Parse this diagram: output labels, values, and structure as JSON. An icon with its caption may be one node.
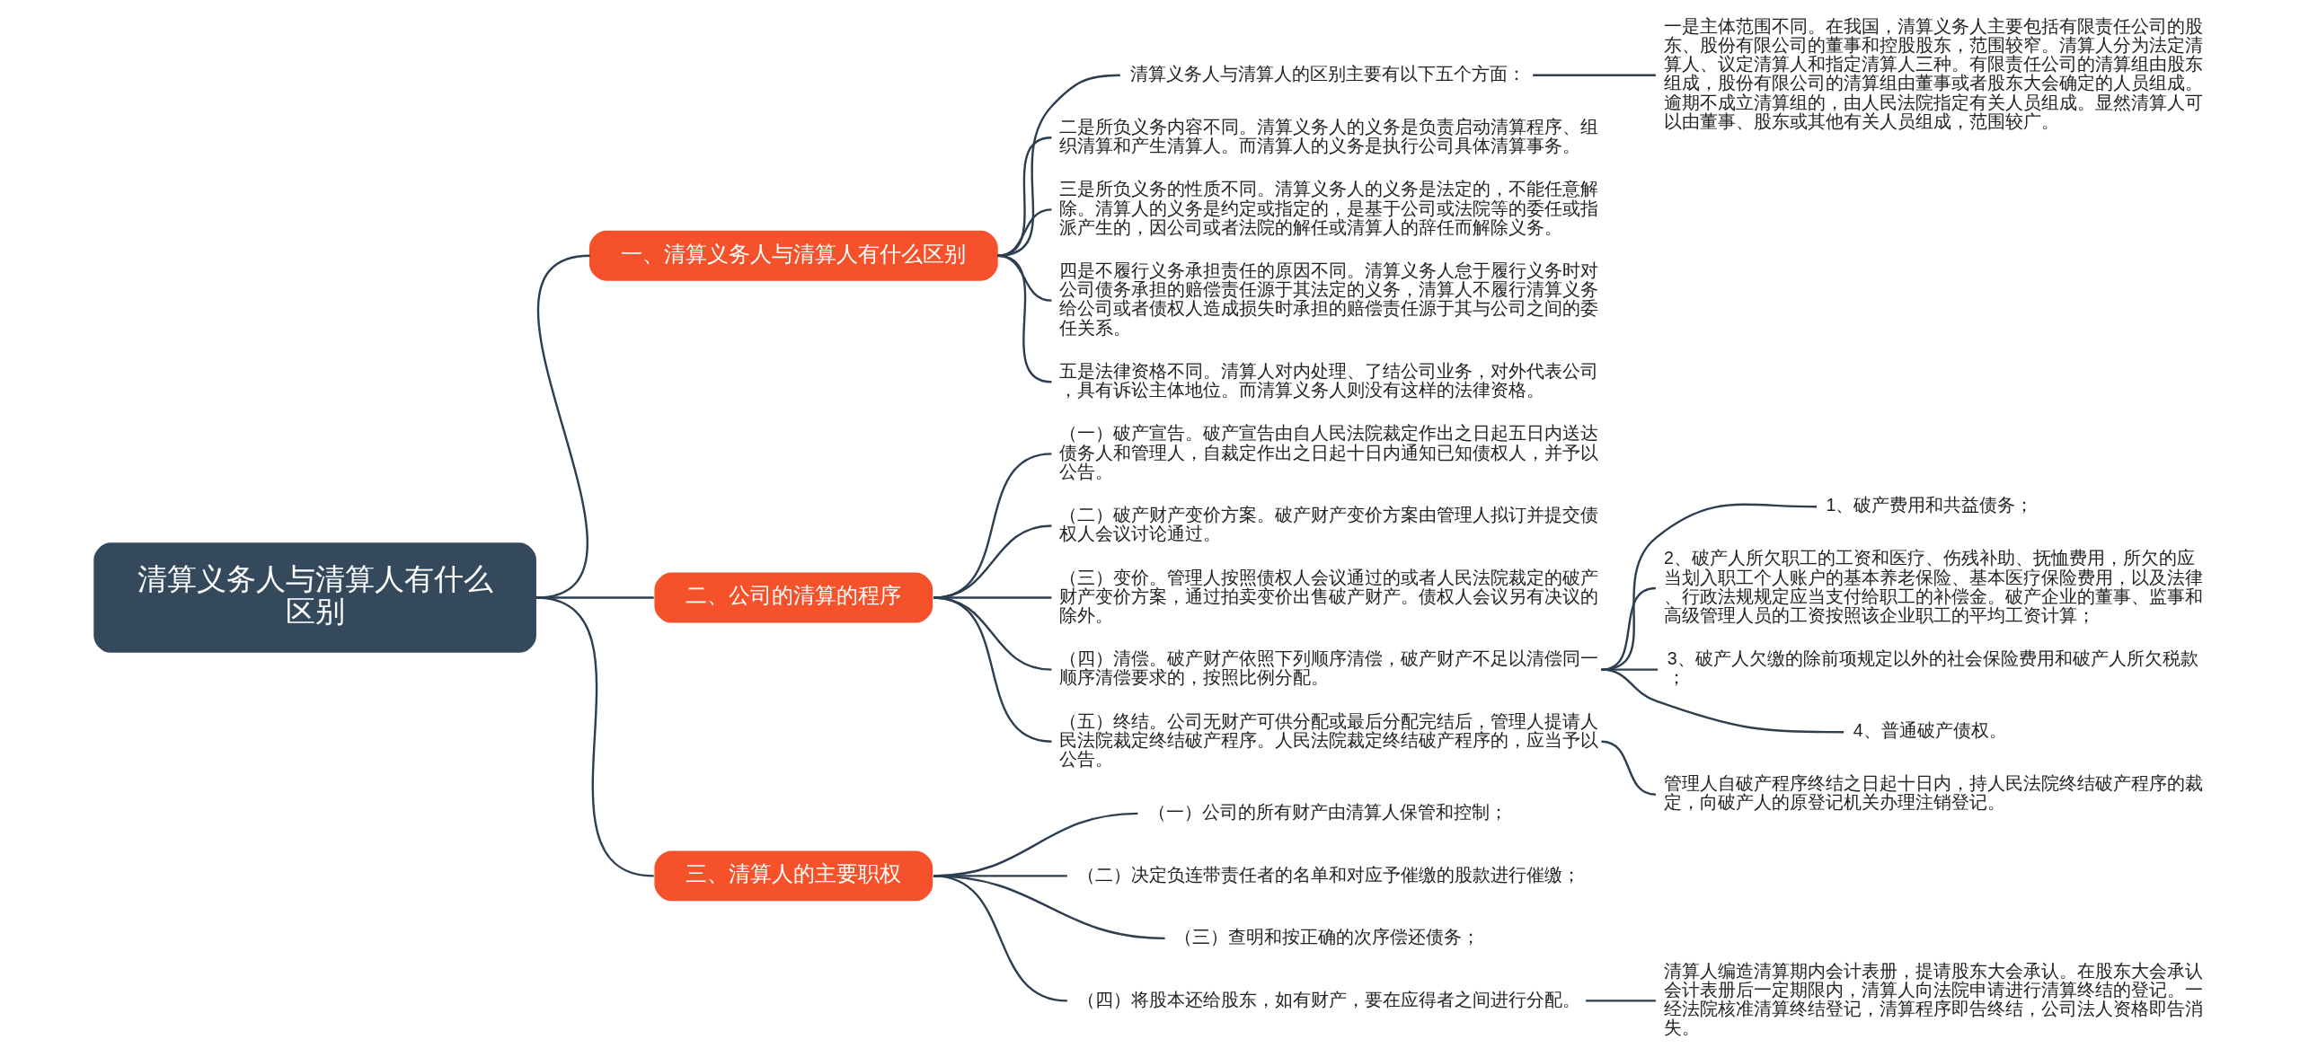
{
  "diagram": {
    "nodes": [
      {
        "text": [
          "清算义务人与清算人有什么区别"
        ]
      },
      {
        "text": [
          "一、清算义务人与清算人有什么区别"
        ]
      },
      {
        "text": [
          "清算义务人与清算人的区别主要有以下五个方面："
        ]
      },
      {
        "text": [
          "一是主体范围不同。在我国，清算义务人主要包括有限责任公司的股东、股份有限公司的董事和控股股东，范围较窄。清算人分为法定清算人、议定清算人和指定清算人三种。有限责任公司的清算组由股东组成，股份有限公司的清算组由董事或者股东大会确定的人员组成。逾期不成立清算组的，由人民法院指定有关人员组成。显然清算人可以由董事、股东或其他有关人员组成，范围较广。"
        ]
      },
      {
        "text": [
          "二是所负义务内容不同。清算义务人的义务是负责启动清算程序、组织清算和产生清算人。而清算人的义务是执行公司具体清算事务。"
        ]
      },
      {
        "text": [
          "三是所负义务的性质不同。清算义务人的义务是法定的，不能任意解除。清算人的义务是约定或指定的，是基于公司或法院等的委任或指派产生的，因公司或者法院的解任或清算人的辞任而解除义务。"
        ]
      },
      {
        "text": [
          "四是不履行义务承担责任的原因不同。清算义务人怠于履行义务时对公司债务承担的赔偿责任源于其法定的义务，清算人不履行清算义务给公司或者债权人造成损失时承担的赔偿责任源于其与公司之间的委任关系。"
        ]
      },
      {
        "text": [
          "五是法律资格不同。清算人对内处理、了结公司业务，对外代表公司，具有诉讼主体地位。而清算义务人则没有这样的法律资格。"
        ]
      },
      {
        "text": [
          "二、公司的清算的程序"
        ]
      },
      {
        "text": [
          "（一）破产宣告。破产宣告由自人民法院裁定作出之日起五日内送达债务人和管理人，自裁定作出之日起十日内通知已知债权人，并予以公告。"
        ]
      },
      {
        "text": [
          "（二）破产财产变价方案。破产财产变价方案由管理人拟订并提交债权人会议讨论通过。"
        ]
      },
      {
        "text": [
          "（三）变价。管理人按照债权人会议通过的或者人民法院裁定的破产财产变价方案，通过拍卖变价出售破产财产。债权人会议另有决议的除外。"
        ]
      },
      {
        "text": [
          "（四）清偿。破产财产依照下列顺序清偿，破产财产不足以清偿同一顺序清偿要求的，按照比例分配。"
        ]
      },
      {
        "text": [
          "1、破产费用和共益债务；"
        ]
      },
      {
        "text": [
          "2、破产人所欠职工的工资和医疗、伤残补助、抚恤费用，所欠的应当划入职工个人账户的基本养老保险、基本医疗保险费用，以及法律、行政法规规定应当支付给职工的补偿金。破产企业的董事、监事和高级管理人员的工资按照该企业职工的平均工资计算；"
        ]
      },
      {
        "text": [
          "3、破产人欠缴的除前项规定以外的社会保险费用和破产人所欠税款；"
        ]
      },
      {
        "text": [
          "4、普通破产债权。"
        ]
      },
      {
        "text": [
          "（五）终结。公司无财产可供分配或最后分配完结后，管理人提请人民法院裁定终结破产程序。人民法院裁定终结破产程序的，应当予以公告。"
        ]
      },
      {
        "text": [
          "管理人自破产程序终结之日起十日内，持人民法院终结破产程序的裁定，向破产人的原登记机关办理注销登记。"
        ]
      },
      {
        "text": [
          "三、清算人的主要职权"
        ]
      },
      {
        "text": [
          "（一）公司的所有财产由清算人保管和控制；"
        ]
      },
      {
        "text": [
          "（二）决定负连带责任者的名单和对应予催缴的股款进行催缴；"
        ]
      },
      {
        "text": [
          "（三）查明和按正确的次序偿还债务；"
        ]
      },
      {
        "text": [
          "（四）将股本还给股东，如有财产，要在应得者之间进行分配。"
        ]
      },
      {
        "text": [
          "清算人编造清算期内会计表册，提请股东大会承认。在股东大会承认会计表册后一定期限内，清算人向法院申请进行清算终结的登记。一经法院核准清算终结登记，清算程序即告终结，公司法人资格即告消失。"
        ]
      }
    ],
    "edges": [
      {
        "from": 0,
        "to": 1,
        "arrow": "none"
      },
      {
        "from": 1,
        "to": 2,
        "arrow": "none"
      },
      {
        "from": 2,
        "to": 3,
        "arrow": "none"
      },
      {
        "from": 1,
        "to": 4,
        "arrow": "none"
      },
      {
        "from": 1,
        "to": 5,
        "arrow": "none"
      },
      {
        "from": 1,
        "to": 6,
        "arrow": "none"
      },
      {
        "from": 1,
        "to": 7,
        "arrow": "none"
      },
      {
        "from": 0,
        "to": 8,
        "arrow": "none"
      },
      {
        "from": 8,
        "to": 9,
        "arrow": "none"
      },
      {
        "from": 8,
        "to": 10,
        "arrow": "none"
      },
      {
        "from": 8,
        "to": 11,
        "arrow": "none"
      },
      {
        "from": 8,
        "to": 12,
        "arrow": "none"
      },
      {
        "from": 12,
        "to": 13,
        "arrow": "none"
      },
      {
        "from": 12,
        "to": 14,
        "arrow": "none"
      },
      {
        "from": 12,
        "to": 15,
        "arrow": "none"
      },
      {
        "from": 12,
        "to": 16,
        "arrow": "none"
      },
      {
        "from": 8,
        "to": 17,
        "arrow": "none"
      },
      {
        "from": 17,
        "to": 18,
        "arrow": "none"
      },
      {
        "from": 0,
        "to": 19,
        "arrow": "none"
      },
      {
        "from": 19,
        "to": 20,
        "arrow": "none"
      },
      {
        "from": 19,
        "to": 21,
        "arrow": "none"
      },
      {
        "from": 19,
        "to": 22,
        "arrow": "none"
      },
      {
        "from": 19,
        "to": 23,
        "arrow": "none"
      },
      {
        "from": 23,
        "to": 24,
        "arrow": "none"
      }
    ]
  }
}
